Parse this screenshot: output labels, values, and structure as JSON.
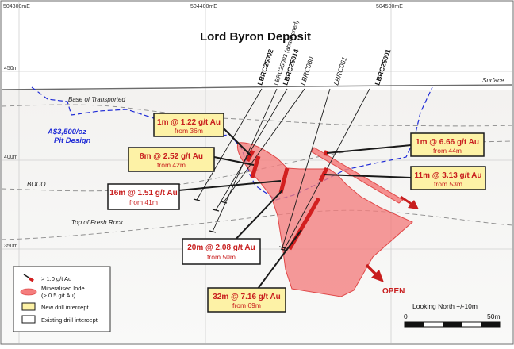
{
  "title": "Lord Byron Deposit",
  "grid": {
    "eastings": [
      "504300mE",
      "504400mE",
      "504500mE"
    ],
    "rls": [
      "450m",
      "400m",
      "350m"
    ]
  },
  "labels": {
    "surface": "Surface",
    "base_transported": "Base of Transported",
    "boco": "BOCO",
    "fresh_rock": "Top of Fresh Rock",
    "pit_line1": "A$3,500/oz",
    "pit_line2": "Pit Design",
    "open": "OPEN",
    "looking": "Looking North +/-10m",
    "scale_start": "0",
    "scale_end": "50m"
  },
  "holes": [
    {
      "name": "LBRC25002",
      "bold": true
    },
    {
      "name": "LBRC25003 (abandoned)",
      "bold": false
    },
    {
      "name": "LBRC25014",
      "bold": true
    },
    {
      "name": "LBRC060",
      "bold": false
    },
    {
      "name": "LBRC061",
      "bold": false
    },
    {
      "name": "LBRC25001",
      "bold": true
    }
  ],
  "intercepts": [
    {
      "main": "1m @ 1.22 g/t Au",
      "sub": "from 36m",
      "type": "new"
    },
    {
      "main": "8m @ 2.52 g/t Au",
      "sub": "from 42m",
      "type": "new"
    },
    {
      "main": "16m @ 1.51 g/t Au",
      "sub": "from 41m",
      "type": "existing"
    },
    {
      "main": "1m @ 6.66 g/t Au",
      "sub": "from 44m",
      "type": "new"
    },
    {
      "main": "11m @ 3.13 g/t Au",
      "sub": "from 53m",
      "type": "new"
    },
    {
      "main": "20m @ 2.08 g/t Au",
      "sub": "from 50m",
      "type": "existing"
    },
    {
      "main": "32m @ 7.16 g/t Au",
      "sub": "from 69m",
      "type": "new"
    }
  ],
  "legend": {
    "items": [
      {
        "label": "> 1.0 g/t Au",
        "icon": "drill-intercept-symbol"
      },
      {
        "label": "Mineralised lode",
        "label2": "(> 0.5 g/t Au)",
        "icon": "lode-swatch"
      },
      {
        "label": "New drill intercept",
        "icon": "yellow-box"
      },
      {
        "label": "Existing drill intercept",
        "icon": "white-box"
      }
    ]
  },
  "colors": {
    "lode_fill": "#f47d7d",
    "lode_stroke": "#e04848",
    "intercept_red": "#d21f1f",
    "new_box": "#fdf2a6",
    "box_border": "#1a1a1a",
    "pit": "#1f2bd6",
    "text_red": "#c81e1e",
    "ground": "#e4e2df",
    "arrow": "#c81e1e"
  }
}
